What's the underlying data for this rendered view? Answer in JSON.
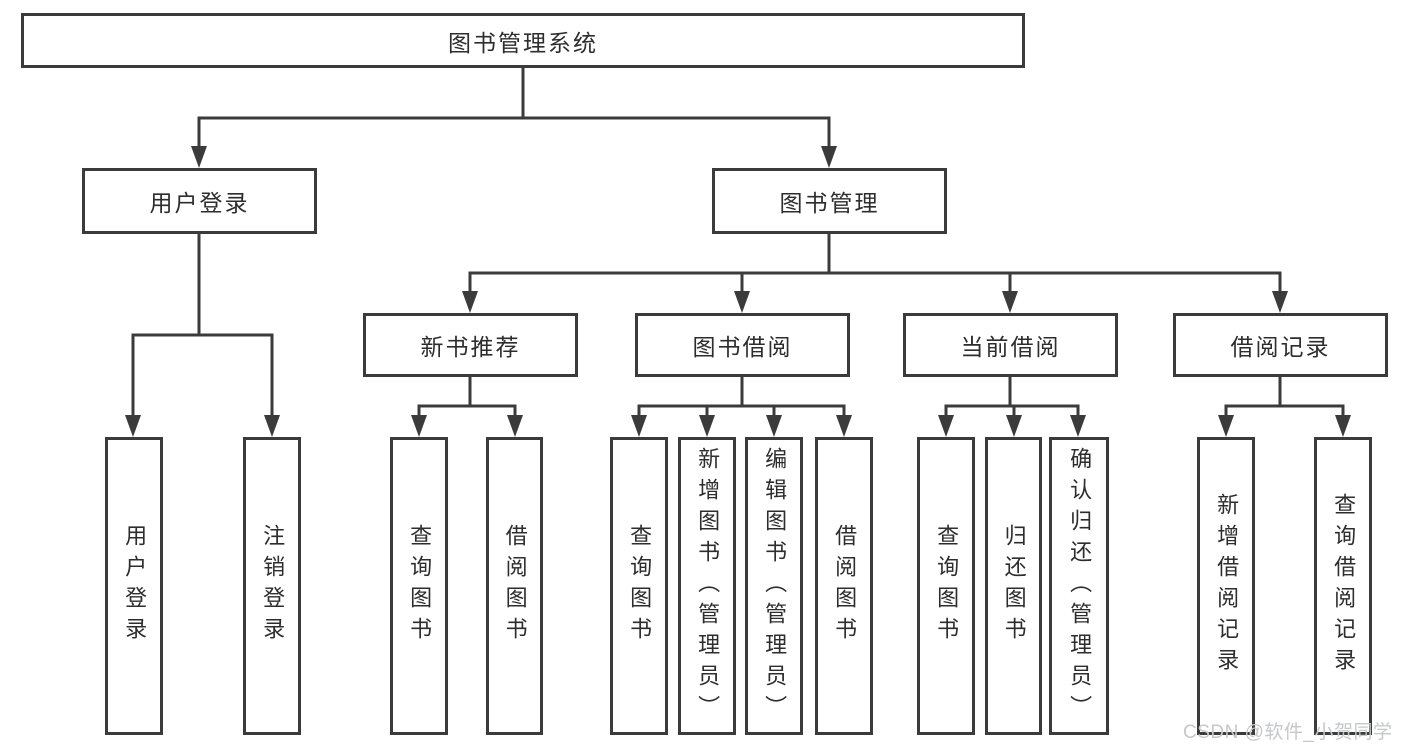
{
  "diagram_title": "图书管理系统",
  "nodes": {
    "root": {
      "label": "图书管理系统"
    },
    "user_login_group": {
      "label": "用户登录"
    },
    "book_mgmt": {
      "label": "图书管理"
    },
    "new_book_rec": {
      "label": "新书推荐"
    },
    "book_borrow": {
      "label": "图书借阅"
    },
    "current_borrow": {
      "label": "当前借阅"
    },
    "borrow_records": {
      "label": "借阅记录"
    },
    "user_login": {
      "label": "用户登录"
    },
    "logout": {
      "label": "注销登录"
    },
    "nb_query_book": {
      "label": "查询图书"
    },
    "nb_borrow_book": {
      "label": "借阅图书"
    },
    "bb_query_book": {
      "label": "查询图书"
    },
    "bb_add_book": {
      "label": "新增图书（管理员）"
    },
    "bb_edit_book": {
      "label": "编辑图书（管理员）"
    },
    "bb_borrow_book": {
      "label": "借阅图书"
    },
    "cb_query_book": {
      "label": "查询图书"
    },
    "cb_return_book": {
      "label": "归还图书"
    },
    "cb_confirm_return": {
      "label": "确认归还（管理员）"
    },
    "br_add_record": {
      "label": "新增借阅记录"
    },
    "br_query_record": {
      "label": "查询借阅记录"
    }
  },
  "hierarchy": {
    "图书管理系统": {
      "用户登录": [
        "用户登录",
        "注销登录"
      ],
      "图书管理": {
        "新书推荐": [
          "查询图书",
          "借阅图书"
        ],
        "图书借阅": [
          "查询图书",
          "新增图书（管理员）",
          "编辑图书（管理员）",
          "借阅图书"
        ],
        "当前借阅": [
          "查询图书",
          "归还图书",
          "确认归还（管理员）"
        ],
        "借阅记录": [
          "新增借阅记录",
          "查询借阅记录"
        ]
      }
    }
  },
  "watermark": {
    "text": "CSDN @软件_小贺同学"
  },
  "colors": {
    "line": "#3b3b3b",
    "box_border": "#3b3b3b",
    "text": "#2d2d2d",
    "watermark": "#c6c8ca",
    "background": "#ffffff"
  }
}
